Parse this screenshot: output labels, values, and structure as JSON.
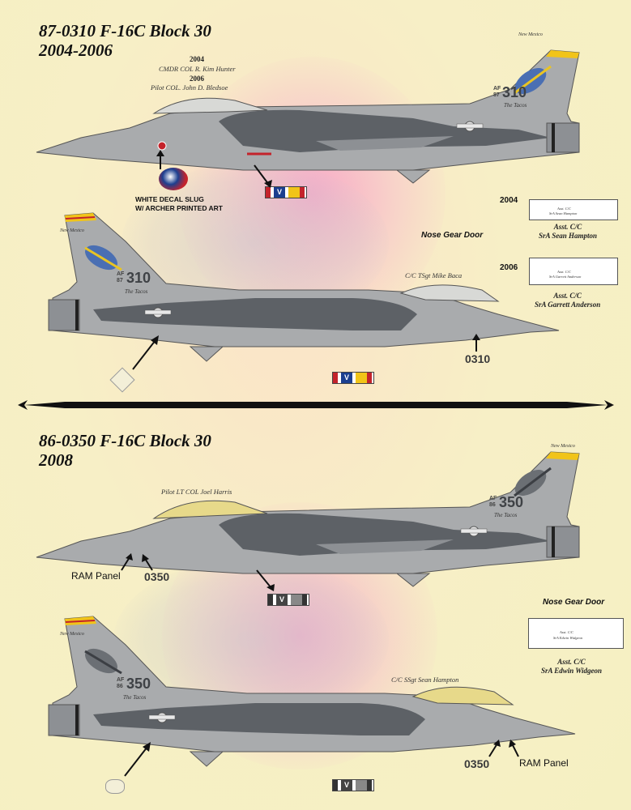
{
  "section1": {
    "title_line1": "87-0310 F-16C Block 30",
    "title_line2": "2004-2006",
    "year_a": "2004",
    "cmdr": "CMDR COL R. Kim Hunter",
    "year_b": "2006",
    "pilot": "Pilot COL. John D. Bledsoe",
    "decal_note_line1": "White decal slug",
    "decal_note_line2": "w/ Archer printed art",
    "crew_chief": "C/C TSgt Mike Baca",
    "nose_number": "0310",
    "nose_gear_door_label": "Nose Gear Door",
    "tail": {
      "state": "New Mexico",
      "af": "AF",
      "year": "87",
      "serial": "310",
      "unit": "The Tacos"
    },
    "ngd_2004": {
      "year": "2004",
      "box_line1": "Asst. C/C",
      "box_line2": "SrA Sean Hampton",
      "label_line1": "Asst. C/C",
      "label_line2": "SrA Sean Hampton"
    },
    "ngd_2006": {
      "year": "2006",
      "box_line1": "Asst. C/C",
      "box_line2": "SrA Garrett Anderson",
      "label_line1": "Asst. C/C",
      "label_line2": "SrA Garrett Anderson"
    }
  },
  "section2": {
    "title_line1": "86-0350 F-16C Block 30",
    "title_line2": "2008",
    "pilot": "Pilot LT COL Joel Harris",
    "crew_chief": "C/C SSgt Sean Hampton",
    "ram_panel": "RAM Panel",
    "nose_number": "0350",
    "nose_gear_door_label": "Nose Gear Door",
    "tail": {
      "state": "New Mexico",
      "af": "AF",
      "year": "86",
      "serial": "350",
      "unit": "The Tacos"
    },
    "ngd": {
      "box_line1": "Asst. C/C",
      "box_line2": "SrA Edwin Widgeon",
      "label_line1": "Asst. C/C",
      "label_line2": "SrA Edwin Widgeon"
    }
  },
  "ribbon_mark": "V",
  "colors": {
    "jet_light_gray": "#a9abad",
    "jet_dark_gray": "#5d6166",
    "jet_mid_gray": "#8d9094",
    "tail_band_yellow": "#f1c419",
    "tail_band_red": "#c4232b",
    "glow_pink": "#f596c8",
    "background": "#f5f0c2"
  }
}
